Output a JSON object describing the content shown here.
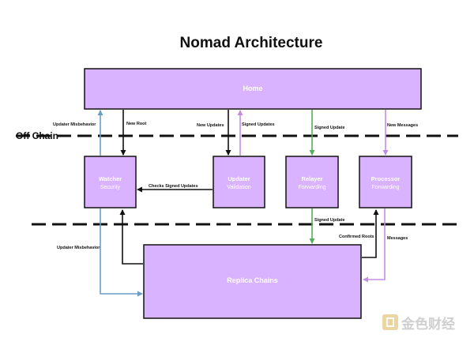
{
  "title": "Nomad Architecture",
  "off_chain_label": "Off Chain",
  "colors": {
    "box_fill": "#d9b3ff",
    "box_stroke": "#111111",
    "arrow_black": "#111111",
    "arrow_blue": "#6a9fc3",
    "arrow_purple": "#c58de0",
    "arrow_green": "#5aad5a",
    "dash_line": "#111111",
    "watermark": "#cfcfcf"
  },
  "nodes": {
    "home": {
      "label": "Home"
    },
    "watcher": {
      "label": "Watcher",
      "sublabel": "Security"
    },
    "updater": {
      "label": "Updater",
      "sublabel": "Validation"
    },
    "relayer": {
      "label": "Relayer",
      "sublabel": "Forwarding"
    },
    "processor": {
      "label": "Processor",
      "sublabel": "Forwarding"
    },
    "replica": {
      "label": "Replica Chains"
    }
  },
  "edge_labels": {
    "updater_misbehavior_top": "Updater Misbehavior",
    "new_root": "New Root",
    "new_updates": "New Updates",
    "signed_updates": "Signed Updates",
    "signed_update_top": "Signed Update",
    "new_messages": "New Messages",
    "checks_signed_updates": "Checks Signed Updates",
    "signed_update_bottom": "Signed Update",
    "confirmed_roots": "Confirmed Roots",
    "messages": "Messages",
    "updater_misbehavior_bottom": "Updater Misbehavior"
  },
  "watermark": {
    "text": "金色财经",
    "icon": "jinse-logo-icon"
  }
}
